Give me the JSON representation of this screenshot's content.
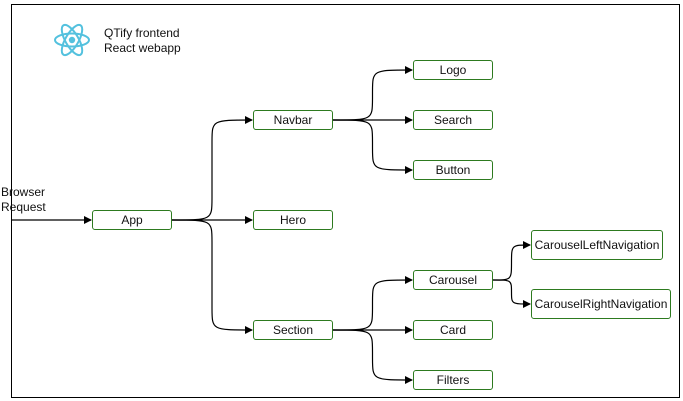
{
  "header": {
    "title_line1": "QTify frontend",
    "title_line2": "React webapp",
    "logo_icon": "react-atom-icon",
    "logo_color": "#53c1de"
  },
  "entry": {
    "line1": "Browser",
    "line2": "Request"
  },
  "colors": {
    "node_border": "#2d7a1f",
    "edge": "#000000"
  },
  "nodes": {
    "app": "App",
    "navbar": "Navbar",
    "hero": "Hero",
    "section": "Section",
    "logo": "Logo",
    "search": "Search",
    "button": "Button",
    "carousel": "Carousel",
    "card": "Card",
    "filters": "Filters",
    "carousel_left": "CarouselLeftNavigation",
    "carousel_right": "CarouselRightNavigation"
  },
  "edges": [
    [
      "browser",
      "app"
    ],
    [
      "app",
      "navbar"
    ],
    [
      "app",
      "hero"
    ],
    [
      "app",
      "section"
    ],
    [
      "navbar",
      "logo"
    ],
    [
      "navbar",
      "search"
    ],
    [
      "navbar",
      "button"
    ],
    [
      "section",
      "carousel"
    ],
    [
      "section",
      "card"
    ],
    [
      "section",
      "filters"
    ],
    [
      "carousel",
      "carousel_left"
    ],
    [
      "carousel",
      "carousel_right"
    ]
  ]
}
